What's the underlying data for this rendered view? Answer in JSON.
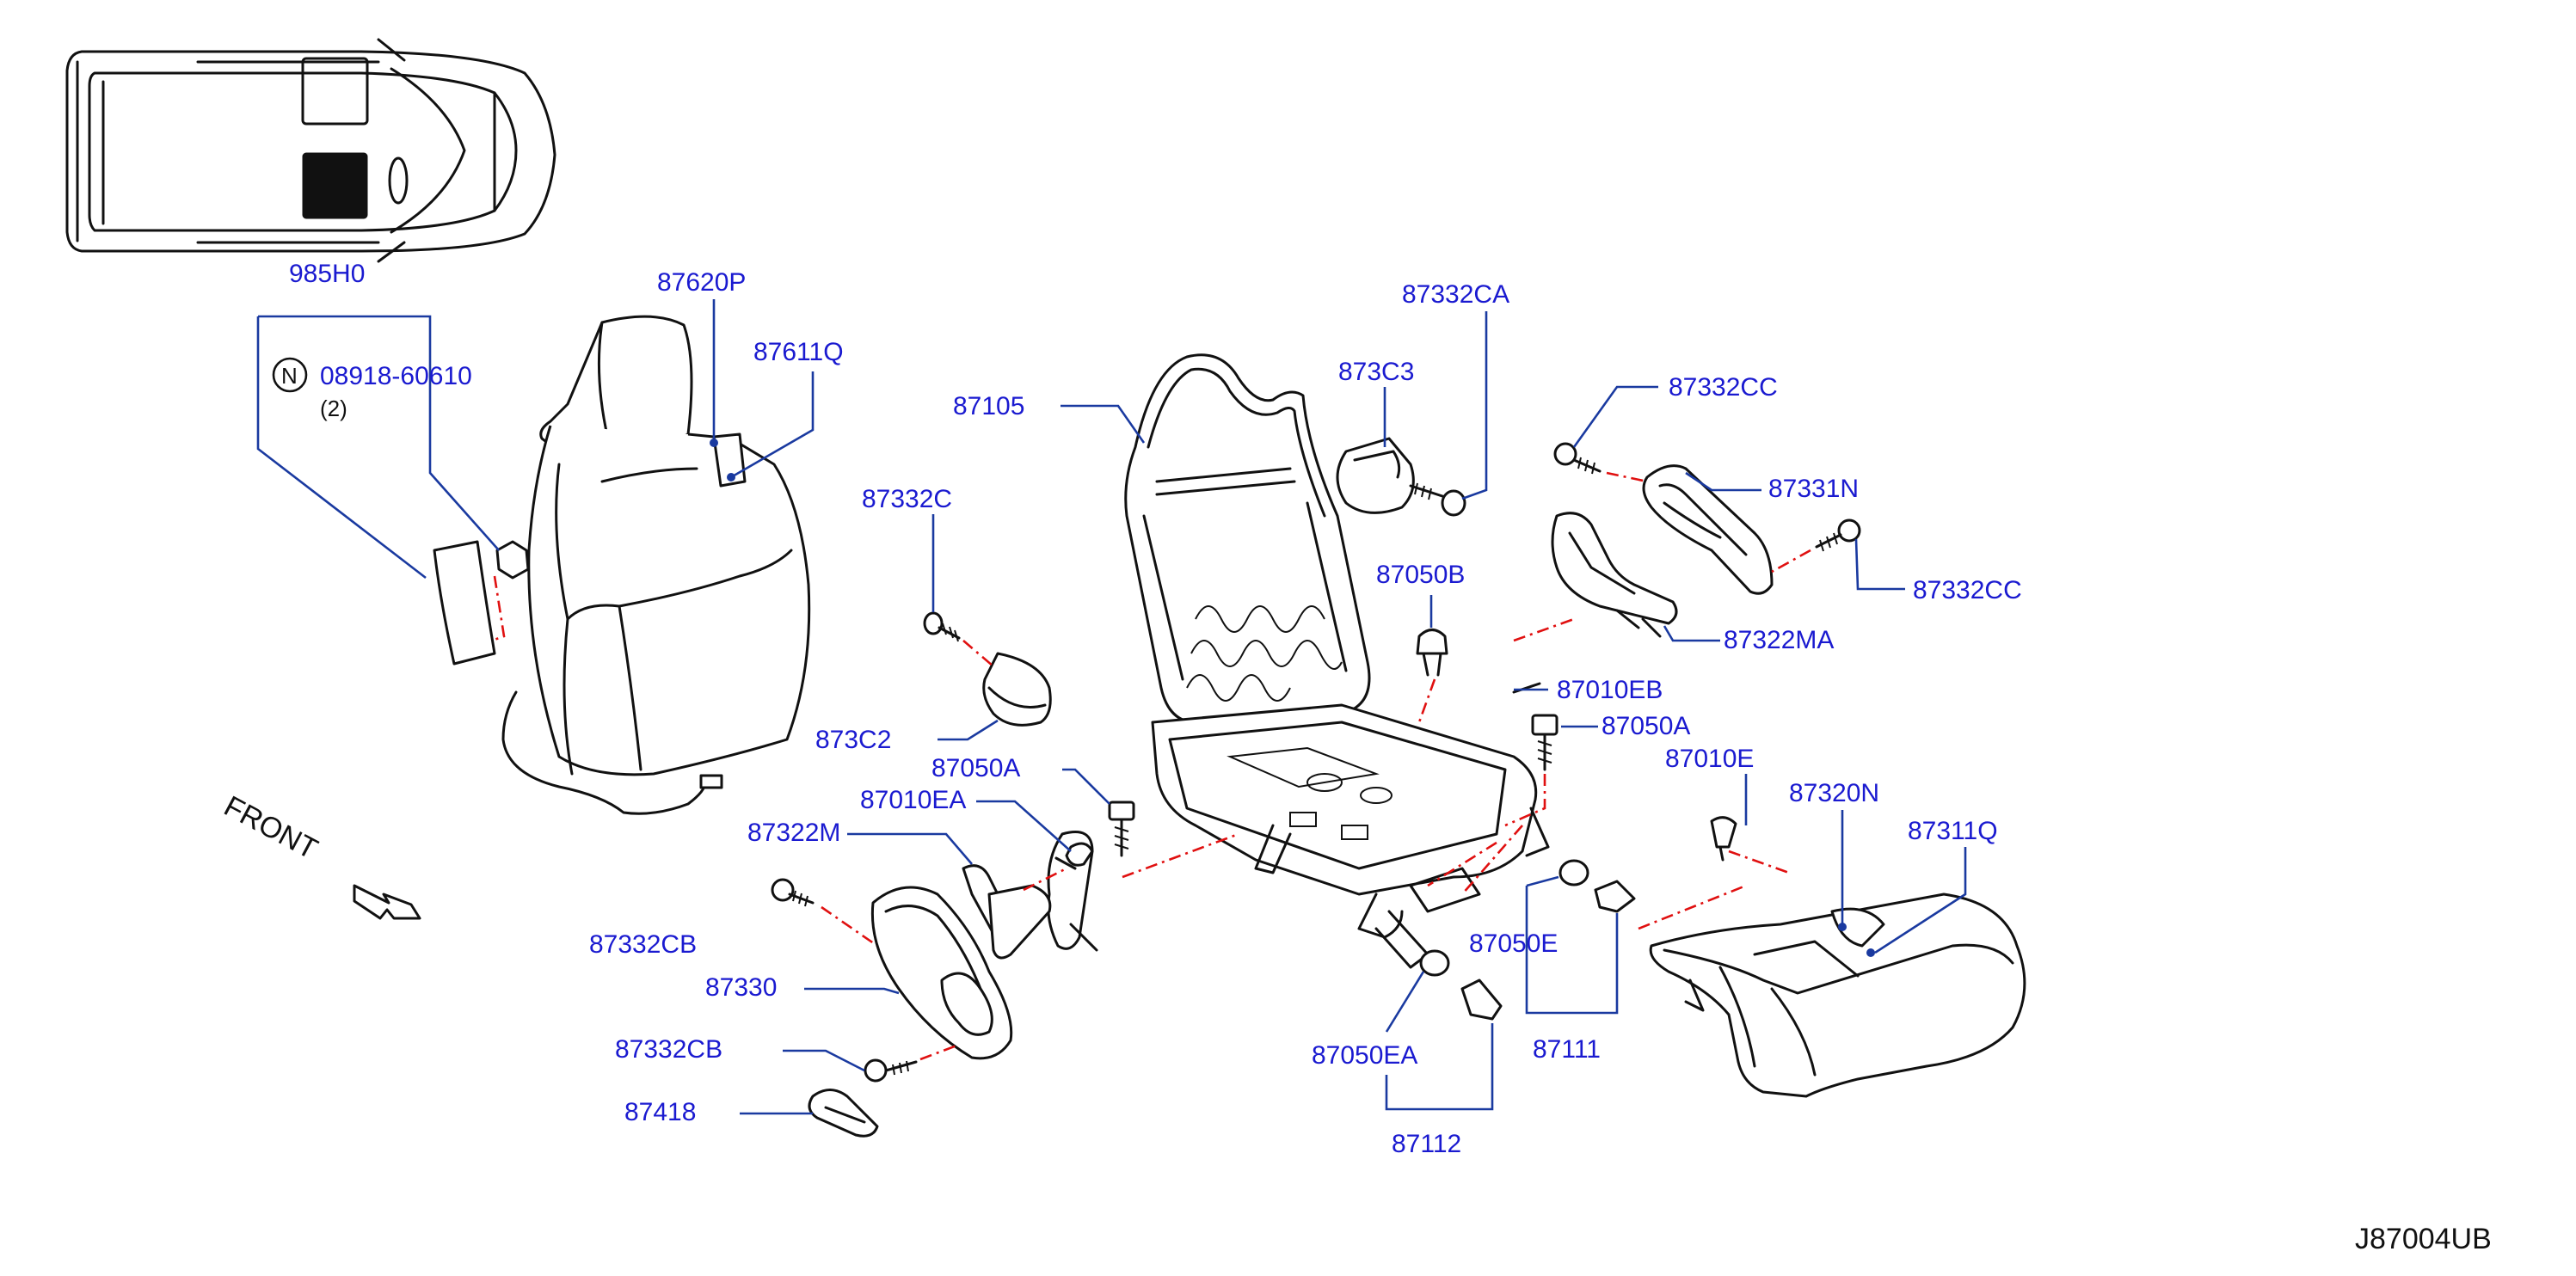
{
  "diagram": {
    "code": "J87004UB",
    "direction": "FRONT",
    "note_symbol": "N",
    "colors": {
      "label": "#1a1ad0",
      "leader": "#1a3aa0",
      "phantom_line": "#e01010",
      "line": "#111111"
    },
    "labels": {
      "p985H0": "985H0",
      "p08918": "08918-60610",
      "qty2": "(2)",
      "p87620P": "87620P",
      "p87611Q": "87611Q",
      "p87105": "87105",
      "p87332C": "87332C",
      "p873C2": "873C2",
      "p87050A_l": "87050A",
      "p87010EA": "87010EA",
      "p87322M": "87322M",
      "p87332CB_1": "87332CB",
      "p87330": "87330",
      "p87332CB_2": "87332CB",
      "p87418": "87418",
      "p87332CA": "87332CA",
      "p873C3": "873C3",
      "p87332CC_1": "87332CC",
      "p87331N": "87331N",
      "p87332CC_2": "87332CC",
      "p87050B": "87050B",
      "p87322MA": "87322MA",
      "p87010EB": "87010EB",
      "p87050A_r": "87050A",
      "p87010E": "87010E",
      "p87320N": "87320N",
      "p87311Q": "87311Q",
      "p87050E": "87050E",
      "p87050EA": "87050EA",
      "p87111": "87111",
      "p87112": "87112"
    }
  }
}
